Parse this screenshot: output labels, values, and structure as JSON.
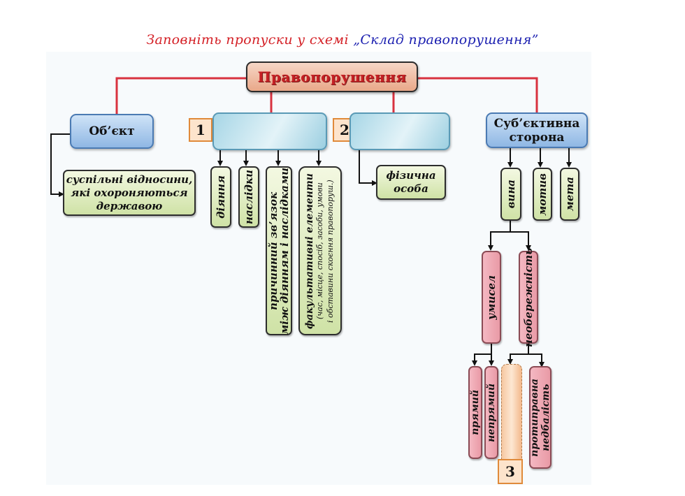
{
  "title": {
    "instruction": "Заповніть пропуски у схемі ",
    "scheme_name": "„Склад правопорушення”"
  },
  "colors": {
    "instruction_text": "#d42026",
    "scheme_name_text": "#1b1fb0",
    "connector_red": "#d8323f",
    "connector_black": "#111111"
  },
  "diagram": {
    "root": "Правопорушення",
    "object": {
      "label": "Об’єкт",
      "child": [
        "суспільні відносини,",
        "які охороняються",
        "державою"
      ]
    },
    "blank1": {
      "number": "1",
      "label": "",
      "children": [
        {
          "label": "діяння"
        },
        {
          "label": "наслідки"
        },
        {
          "line1": "причинний зв’язок",
          "line2": "між діянням і наслідками"
        },
        {
          "line1": "факультативні елементи",
          "line2": "(час, місце, спосіб, засоби, умови",
          "line3": "і обставини скоєння правопоруш.)"
        }
      ]
    },
    "blank2": {
      "number": "2",
      "label": "",
      "child": [
        "фізична",
        "особа"
      ]
    },
    "subjective": {
      "label_line1": "Суб’єктивна",
      "label_line2": "сторона",
      "children": [
        "вина",
        "мотив",
        "мета"
      ],
      "guilt_forms": [
        "умисел",
        "необережність"
      ],
      "intent_types": [
        "прямий",
        "непрямий"
      ],
      "negligence_types": {
        "blank_number": "3",
        "blank_label": "",
        "known": [
          "протиправна",
          "недбалість"
        ]
      }
    }
  }
}
